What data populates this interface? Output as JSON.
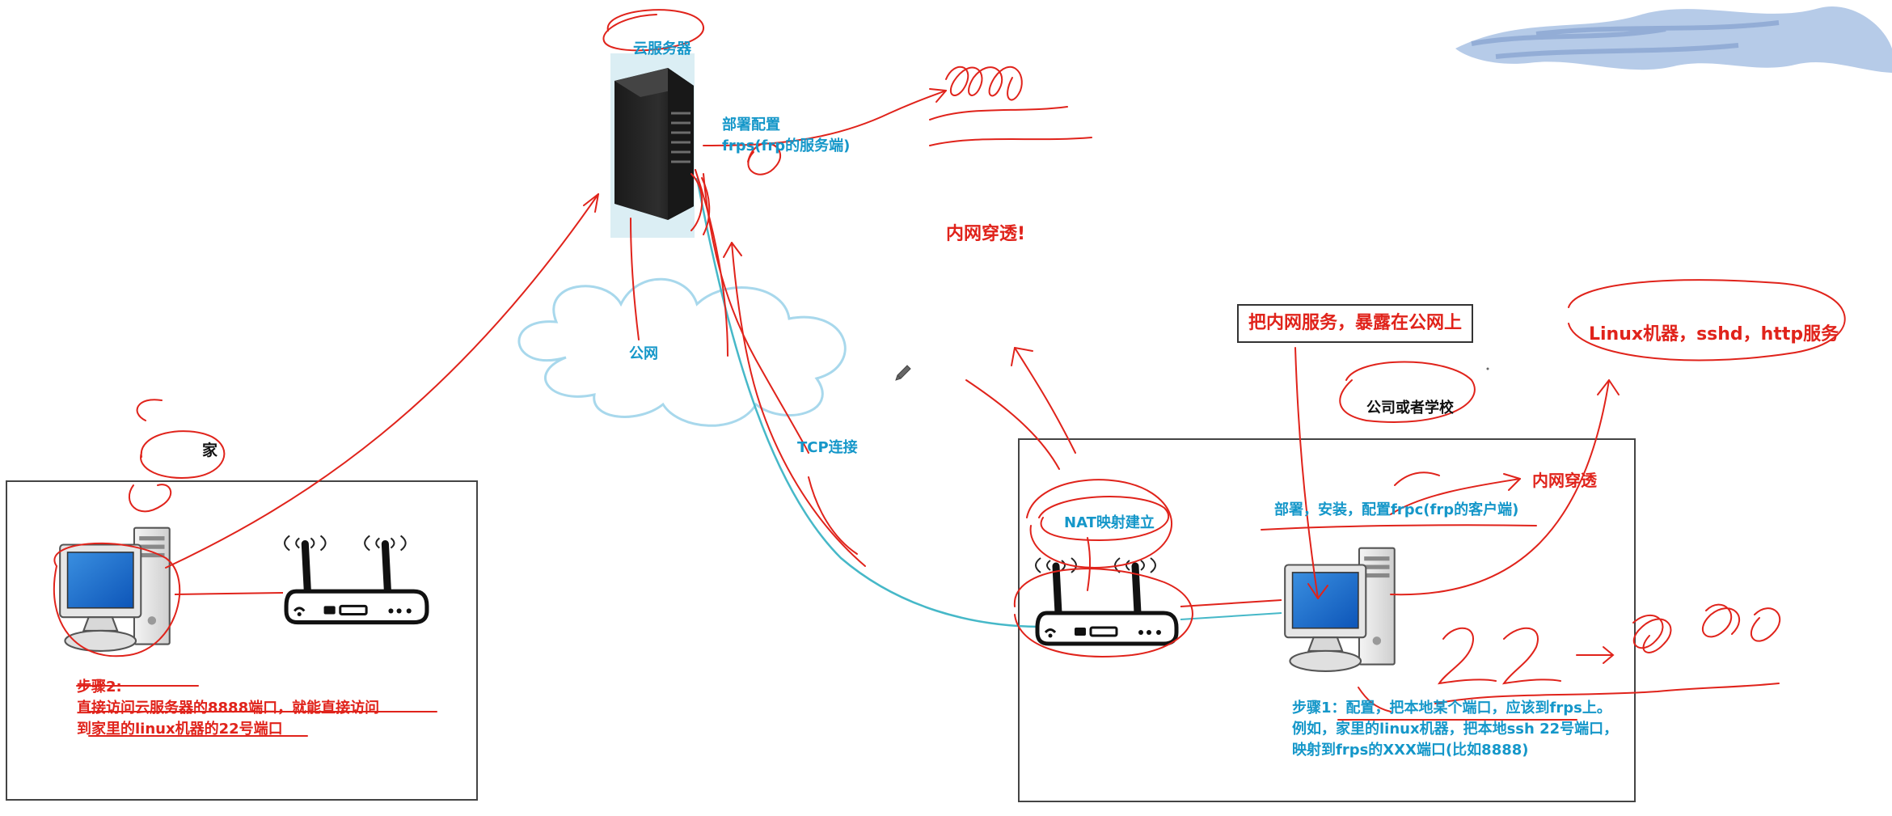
{
  "labels": {
    "cloud_server": "云服务器",
    "deploy_frps": "部署配置\nfrps(frp的服务端)",
    "penetration_center": "内网穿透!",
    "public_net": "公网",
    "home": "家",
    "tcp": "TCP连接",
    "expose": "把内网服务，暴露在公网上",
    "linux_services": "Linux机器，sshd，http服务",
    "company": "公司或者学校",
    "penetration_right": "内网穿透",
    "nat": "NAT映射建立",
    "deploy_frpc": "部署，安装，配置frpc(frp的客户端)",
    "step2": "步骤2:\n直接访问云服务器的8888端口，就能直接访问\n到家里的linux机器的22号端口",
    "step1": "步骤1：配置，把本地某个端口，应该到frps上。\n例如，家里的linux机器，把本地ssh 22号端口，\n映射到frps的XXX端口(比如8888)"
  },
  "colors": {
    "annotation_red": "#e0231b",
    "label_blue": "#1597c9",
    "tcp_line": "#46b8c8",
    "cloud_stroke": "#a8d8ec",
    "corner_scribble": "#a9c2e4"
  },
  "icons": [
    "server-tower-icon",
    "cloud-icon",
    "desktop-computer-icon",
    "wifi-router-icon"
  ]
}
